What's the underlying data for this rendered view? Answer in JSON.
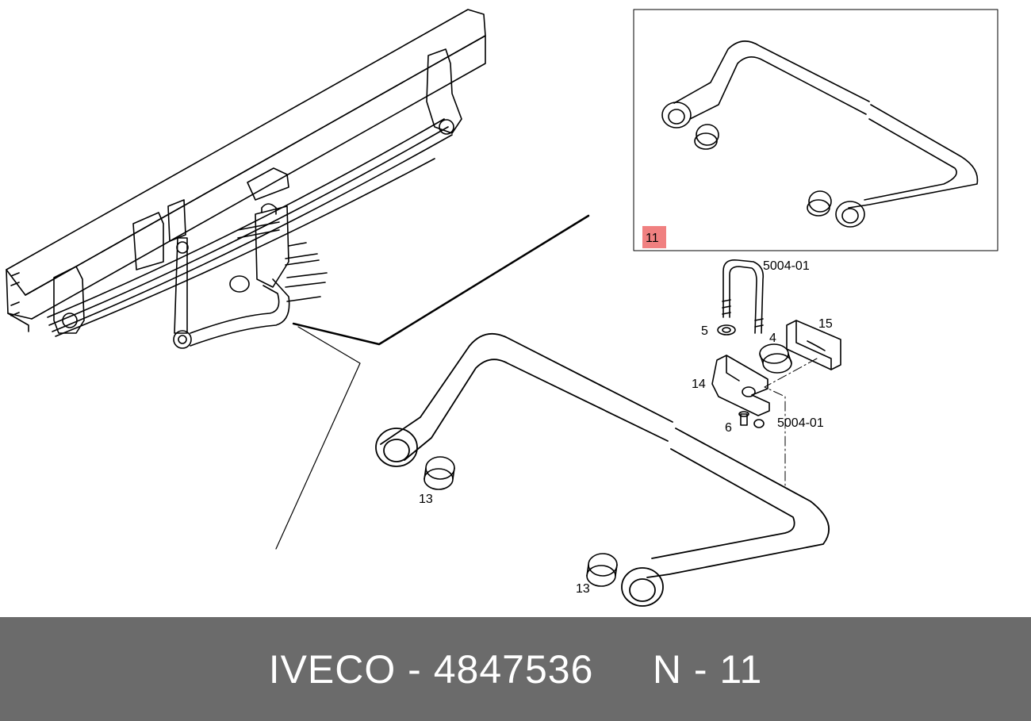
{
  "colors": {
    "line": "#000000",
    "footer_bg": "#6b6b6b",
    "footer_text": "#ffffff",
    "highlight": "#f08080"
  },
  "labels": {
    "inset_ref": "11",
    "ref_top": "5004-01",
    "ref_mid": "5004-01",
    "p5": "5",
    "p4": "4",
    "p15": "15",
    "p14": "14",
    "p6": "6",
    "p13a": "13",
    "p13b": "13"
  },
  "footer": {
    "brand": "IVECO",
    "sep1": " - ",
    "part_number": "4847536",
    "gap": "     ",
    "ref_letter": "N",
    "sep2": " - ",
    "ref_number": "11"
  }
}
